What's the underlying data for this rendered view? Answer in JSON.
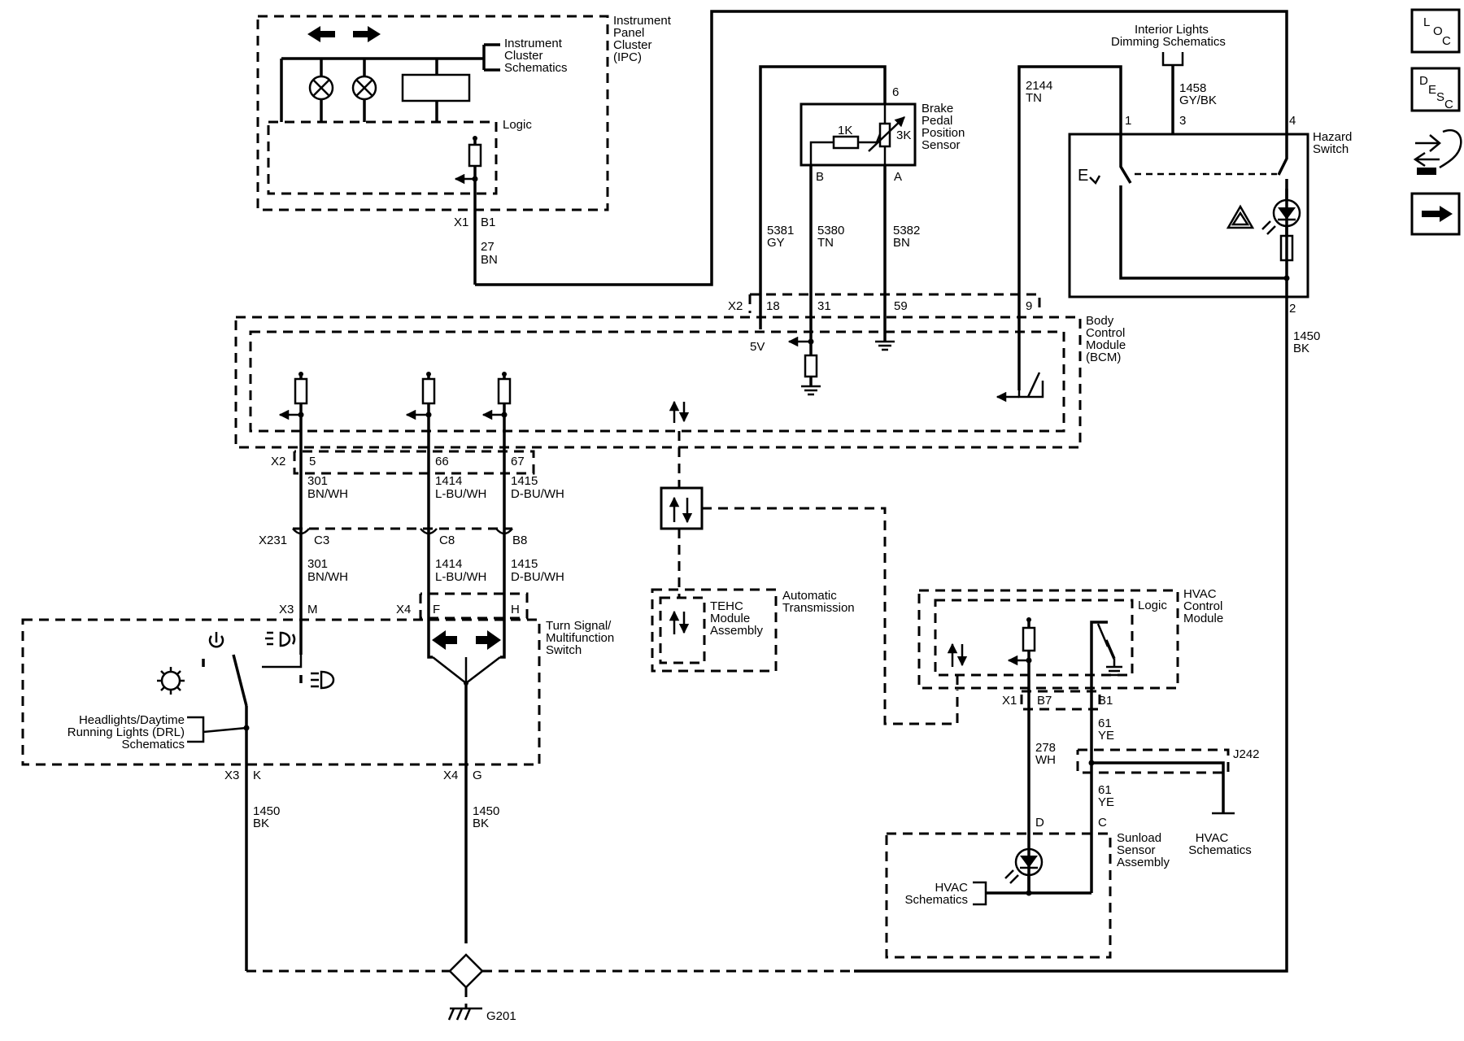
{
  "nav": {
    "loc": {
      "big": "L",
      "sub1": "O",
      "sub2": "C"
    },
    "desc": {
      "big": "D",
      "sub1": "E",
      "sub2": "S",
      "sub3": "C"
    },
    "next_icon": "right-arrow-icon",
    "connector_icon": "connector-icon"
  },
  "ipc": {
    "label": [
      "Instrument",
      "Panel",
      "Cluster",
      "(IPC)"
    ],
    "schematics": [
      "Instrument",
      "Cluster",
      "Schematics"
    ],
    "logic": "Logic",
    "conn": "X1",
    "pin": "B1",
    "wire": [
      "27",
      "BN"
    ]
  },
  "brake": {
    "label": [
      "Brake",
      "Pedal",
      "Position",
      "Sensor"
    ],
    "r1": "1K",
    "r2": "3K",
    "pin6": "6",
    "pinB": "B",
    "pinA": "A",
    "wire_gy": [
      "5381",
      "GY"
    ],
    "wire_tn": [
      "5380",
      "TN"
    ],
    "wire_bn": [
      "5382",
      "BN"
    ]
  },
  "interior": {
    "label": [
      "Interior Lights",
      "Dimming Schematics"
    ],
    "wire": [
      "1458",
      "GY/BK"
    ]
  },
  "hazard": {
    "label": [
      "Hazard",
      "Switch"
    ],
    "pin1": "1",
    "pin3": "3",
    "pin4": "4",
    "pin2": "2",
    "ev": "E",
    "wire_in": [
      "2144",
      "TN"
    ],
    "wire_out": [
      "1450",
      "BK"
    ]
  },
  "bcm": {
    "label": [
      "Body",
      "Control",
      "Module",
      "(BCM)"
    ],
    "x2": "X2",
    "top_pins": [
      "18",
      "31",
      "59",
      "9"
    ],
    "v5": "5V",
    "bottom_conn": "X2",
    "bottom_pins": [
      "5",
      "66",
      "67"
    ]
  },
  "harness": {
    "w301": [
      "301",
      "BN/WH"
    ],
    "w1414": [
      "1414",
      "L-BU/WH"
    ],
    "w1415": [
      "1415",
      "D-BU/WH"
    ],
    "x231": "X231",
    "c3": "C3",
    "c8": "C8",
    "b8": "B8"
  },
  "tehc": {
    "label": [
      "TEHC",
      "Module",
      "Assembly"
    ],
    "trans": [
      "Automatic",
      "Transmission"
    ]
  },
  "turn": {
    "label": [
      "Turn Signal/",
      "Multifunction",
      "Switch"
    ],
    "x3": "X3",
    "m": "M",
    "x4": "X4",
    "f": "F",
    "h": "H",
    "drl": [
      "Headlights/Daytime",
      "Running Lights (DRL)",
      "Schematics"
    ],
    "x3b": "X3",
    "k": "K",
    "x4b": "X4",
    "g": "G",
    "wire_k": [
      "1450",
      "BK"
    ],
    "wire_g": [
      "1450",
      "BK"
    ]
  },
  "hvac": {
    "label": [
      "HVAC",
      "Control",
      "Module"
    ],
    "logic": "Logic",
    "x1": "X1",
    "b7": "B7",
    "b1": "B1",
    "w61a": [
      "61",
      "YE"
    ],
    "w278": [
      "278",
      "WH"
    ],
    "j242": "J242",
    "w61b": [
      "61",
      "YE"
    ],
    "schem_right": [
      "HVAC",
      "Schematics"
    ],
    "schem_left": [
      "HVAC",
      "Schematics"
    ]
  },
  "sunload": {
    "label": [
      "Sunload",
      "Sensor",
      "Assembly"
    ],
    "d": "D",
    "c": "C"
  },
  "ground": {
    "label": "G201"
  }
}
